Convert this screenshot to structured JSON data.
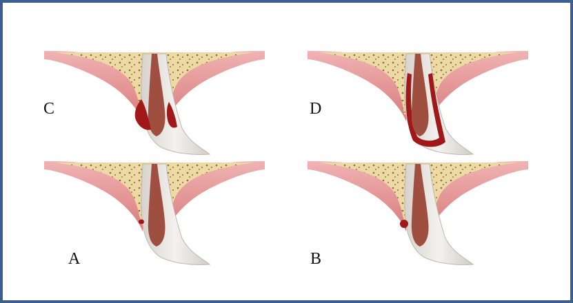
{
  "labels": {
    "c": "C",
    "d": "D",
    "a": "A",
    "b": "B"
  },
  "colors": {
    "frame": "#3d5f8e",
    "gum": "#e8a3a3",
    "gum_dark": "#d97b7b",
    "bone": "#ecd9a4",
    "bone_dots": "#8a6a3a",
    "tooth": "#ebe7e3",
    "tooth_edge": "#bdb8b2",
    "pulp": "#9e4f3f",
    "blood": "#a01818"
  },
  "panels": [
    {
      "id": "C",
      "defect": "bilateral-pocket"
    },
    {
      "id": "D",
      "defect": "circumferential"
    },
    {
      "id": "A",
      "defect": "small-mesial"
    },
    {
      "id": "B",
      "defect": "small-mesial-larger"
    }
  ]
}
